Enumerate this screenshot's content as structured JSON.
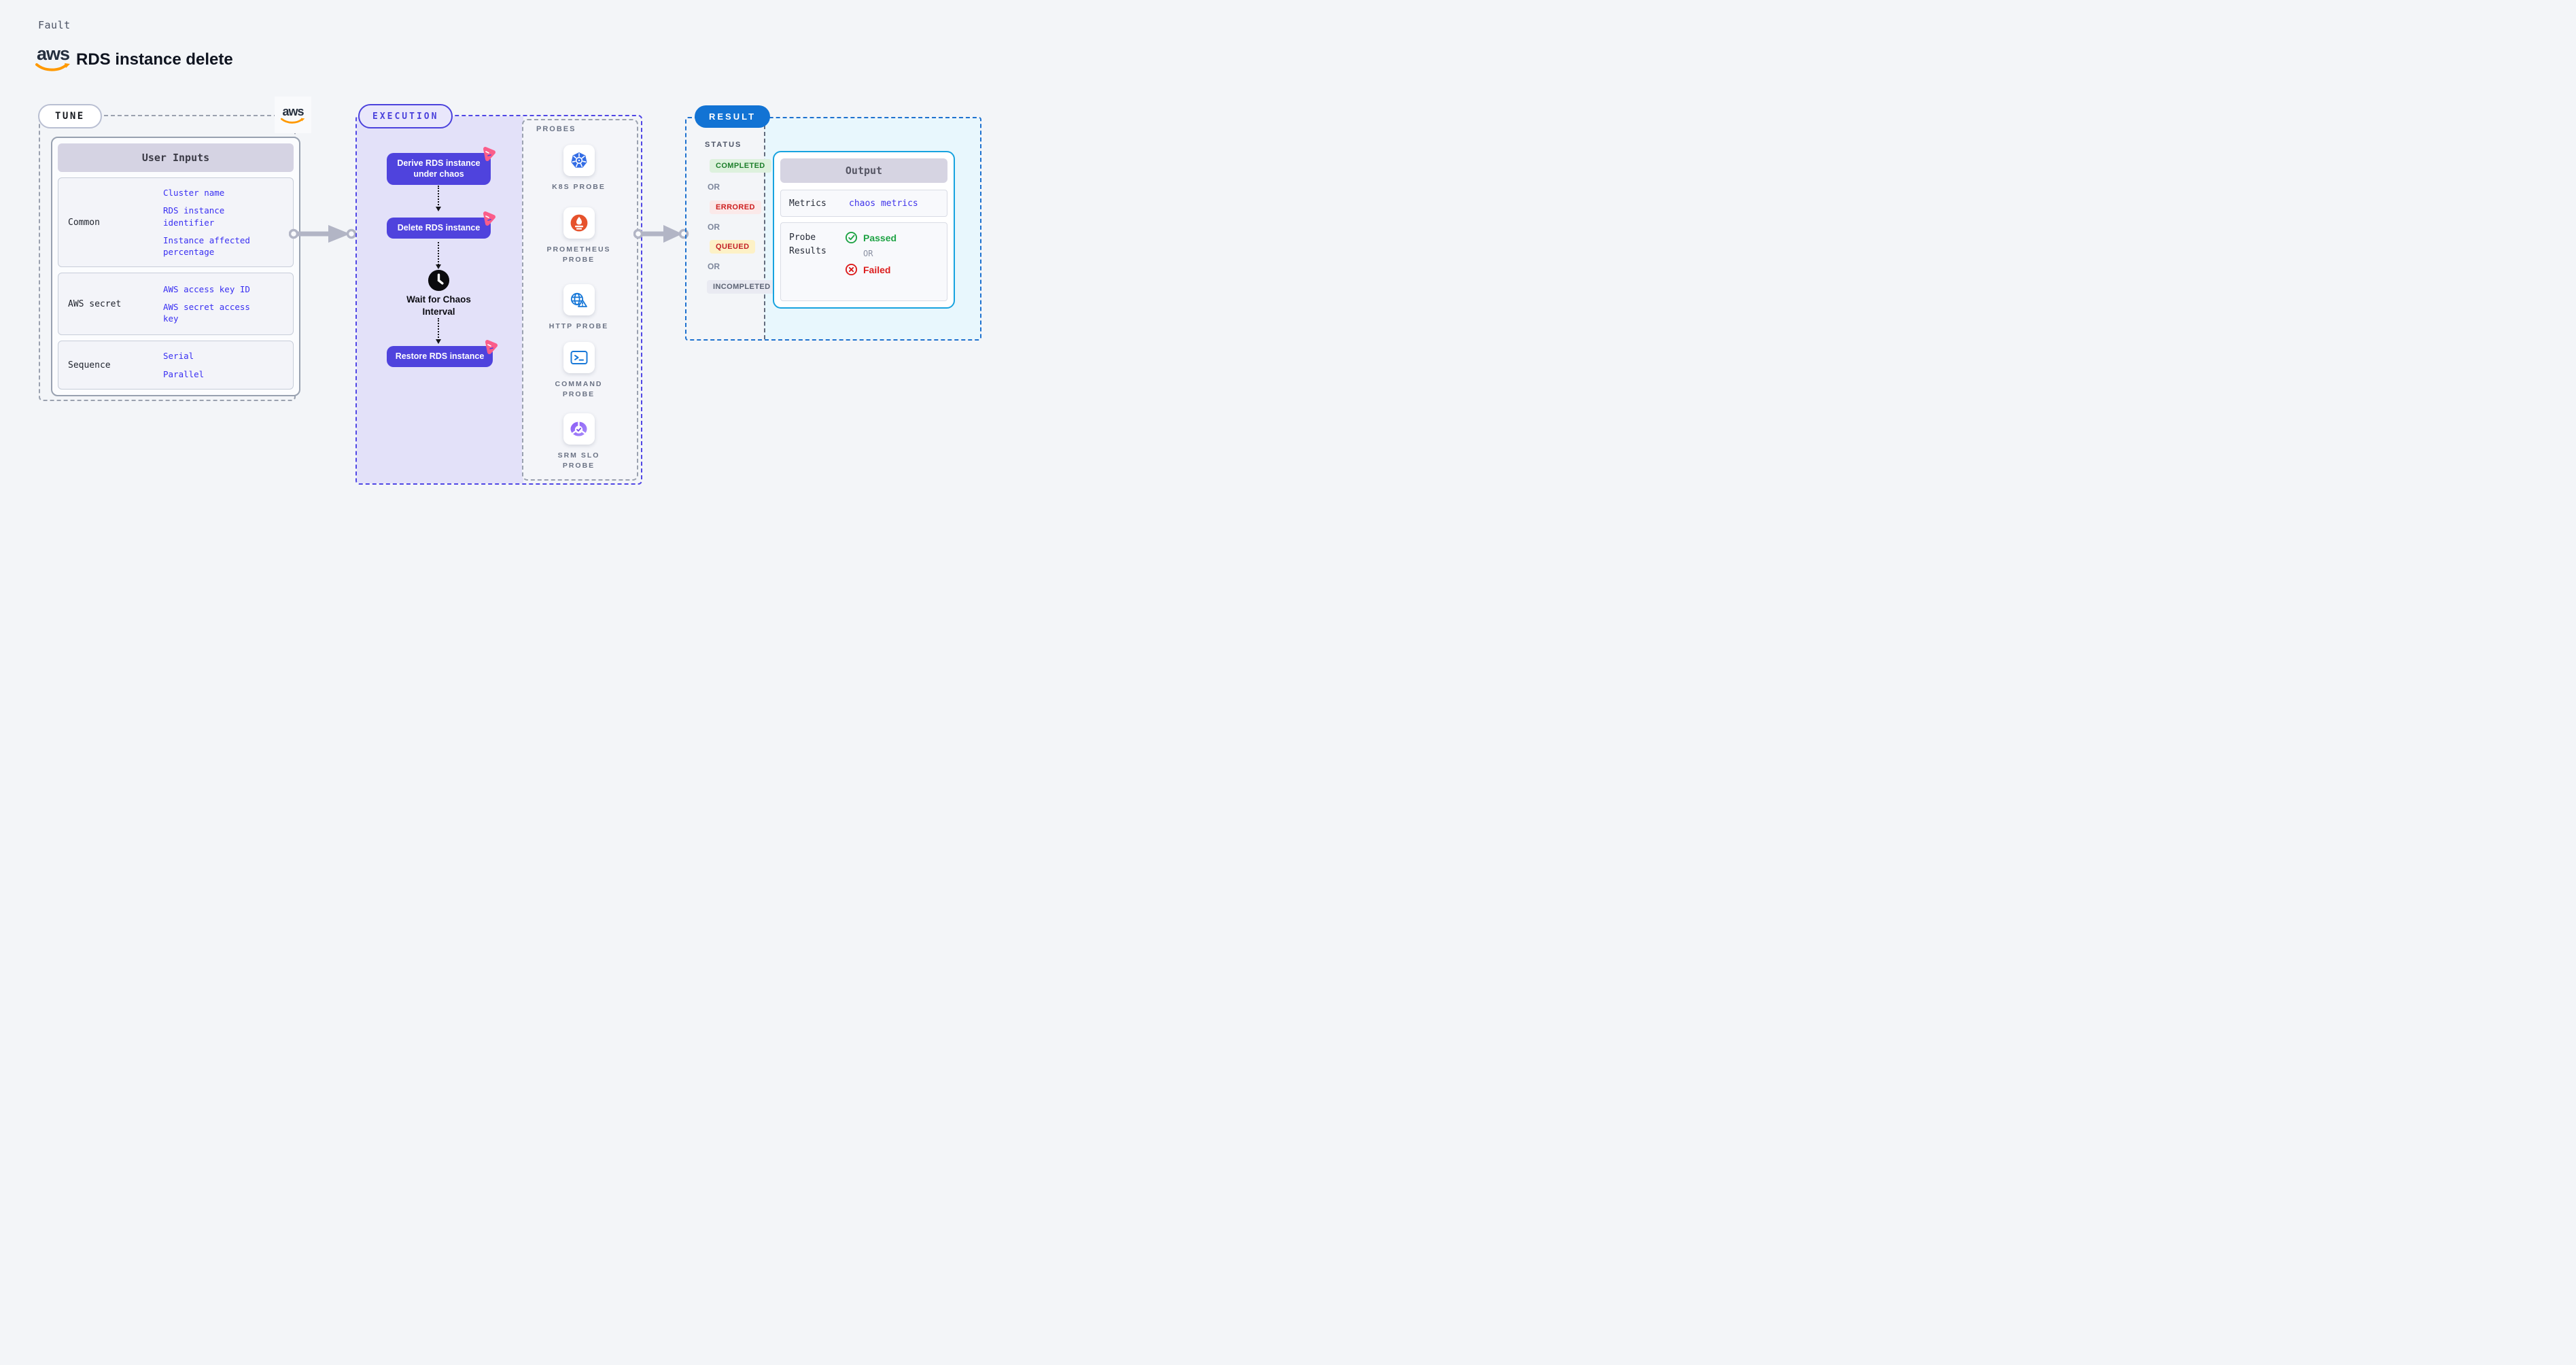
{
  "header": {
    "kicker": "Fault",
    "title": "RDS instance delete",
    "aws_text": "aws"
  },
  "tune": {
    "badge": "TUNE",
    "table": {
      "header": "User Inputs",
      "rows": [
        {
          "label": "Common",
          "values": [
            "Cluster name",
            "RDS instance identifier",
            "Instance affected percentage"
          ]
        },
        {
          "label": "AWS secret",
          "values": [
            "AWS access key ID",
            "AWS secret access key"
          ]
        },
        {
          "label": "Sequence",
          "values": [
            "Serial",
            "Parallel"
          ]
        }
      ]
    }
  },
  "execution": {
    "badge": "EXECUTION",
    "nodes": [
      "Derive RDS instance under chaos",
      "Delete RDS instance",
      "Restore RDS instance"
    ],
    "wait_label": "Wait for Chaos Interval",
    "probes": {
      "title": "PROBES",
      "items": [
        {
          "label": "K8S PROBE",
          "icon": "kubernetes-icon"
        },
        {
          "label": "PROMETHEUS PROBE",
          "icon": "prometheus-icon"
        },
        {
          "label": "HTTP PROBE",
          "icon": "globe-warning-icon"
        },
        {
          "label": "COMMAND PROBE",
          "icon": "terminal-icon"
        },
        {
          "label": "SRM SLO PROBE",
          "icon": "slo-donut-check-icon"
        }
      ]
    }
  },
  "result": {
    "badge": "RESULT",
    "status": {
      "title": "STATUS",
      "or_label": "OR",
      "items": [
        {
          "label": "COMPLETED",
          "state": "completed"
        },
        {
          "label": "ERRORED",
          "state": "errored"
        },
        {
          "label": "QUEUED",
          "state": "queued"
        },
        {
          "label": "INCOMPLETED",
          "state": "incompleted"
        }
      ]
    },
    "output": {
      "header": "Output",
      "metrics_label": "Metrics",
      "metrics_value": "chaos metrics",
      "probe_results_label": "Probe Results",
      "passed_label": "Passed",
      "or_label": "OR",
      "failed_label": "Failed"
    }
  },
  "colors": {
    "page_bg": "#f3f5f8",
    "indigo_border": "#4f46e5",
    "indigo_node": "#4f43dd",
    "lavender_panel": "#e3e1f9",
    "value_blue": "#392ff2",
    "result_blue": "#1273d4",
    "cyan_panel_bg": "#e8f7fd",
    "cyan_border": "#17a3df",
    "completed_green": "#1d7e2b",
    "errored_red": "#cd1d1d",
    "queued_amber_bg": "#fdf1c6",
    "passed_green": "#1ea344",
    "failed_red": "#dc1d1d",
    "chaos_pink": "#fb5d8a",
    "aws_orange": "#ff9900",
    "arrow_gray": "#b2b5c5"
  }
}
